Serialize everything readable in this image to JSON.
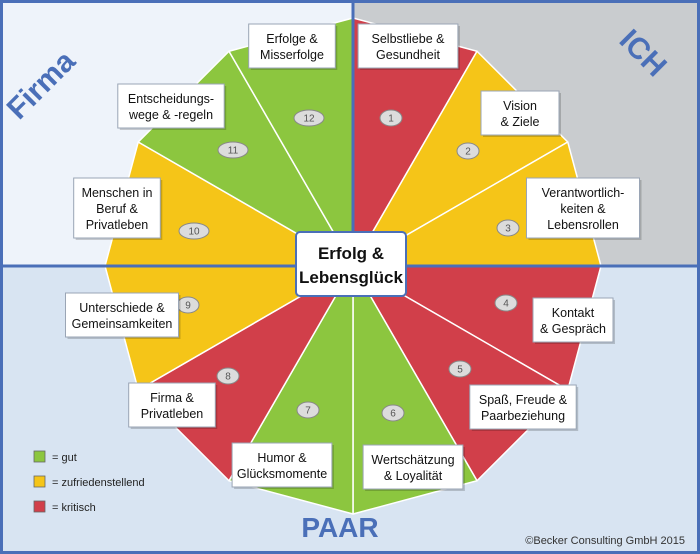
{
  "quadrants": {
    "top_left": "Firma",
    "top_right": "ICH",
    "bottom": "PAAR"
  },
  "center": {
    "line1": "Erfolg &",
    "line2": "Lebensglück"
  },
  "colors": {
    "gut": "#8cc63f",
    "zufriedenstellend": "#f5c518",
    "kritisch": "#d13f4a",
    "quadrant_tl_bg": "#eef3fa",
    "quadrant_tr_bg": "#c9cccf",
    "quadrant_bottom_bg": "#d8e4f2",
    "divider": "#4a6fb8"
  },
  "segments": [
    {
      "num": "1",
      "status": "kritisch",
      "label": [
        "Selbstliebe &",
        "Gesundheit"
      ]
    },
    {
      "num": "2",
      "status": "zufriedenstellend",
      "label": [
        "Vision",
        "& Ziele"
      ]
    },
    {
      "num": "3",
      "status": "zufriedenstellend",
      "label": [
        "Verantwortlich-",
        "keiten &",
        "Lebensrollen"
      ]
    },
    {
      "num": "4",
      "status": "kritisch",
      "label": [
        "Kontakt",
        "& Gespräch"
      ]
    },
    {
      "num": "5",
      "status": "kritisch",
      "label": [
        "Spaß, Freude &",
        "Paarbeziehung"
      ]
    },
    {
      "num": "6",
      "status": "gut",
      "label": [
        "Wertschätzung",
        "& Loyalität"
      ]
    },
    {
      "num": "7",
      "status": "gut",
      "label": [
        "Humor &",
        "Glücksmomente"
      ]
    },
    {
      "num": "8",
      "status": "kritisch",
      "label": [
        "Firma &",
        "Privatleben"
      ]
    },
    {
      "num": "9",
      "status": "zufriedenstellend",
      "label": [
        "Unterschiede &",
        "Gemeinsamkeiten"
      ]
    },
    {
      "num": "10",
      "status": "zufriedenstellend",
      "label": [
        "Menschen in",
        "Beruf &",
        "Privatleben"
      ]
    },
    {
      "num": "11",
      "status": "gut",
      "label": [
        "Entscheidungs-",
        "wege & -regeln"
      ]
    },
    {
      "num": "12",
      "status": "gut",
      "label": [
        "Erfolge &",
        "Misserfolge"
      ]
    }
  ],
  "legend": [
    {
      "status": "gut",
      "text": "= gut"
    },
    {
      "status": "zufriedenstellend",
      "text": "= zufriedenstellend"
    },
    {
      "status": "kritisch",
      "text": "= kritisch"
    }
  ],
  "copyright": "©Becker Consulting GmbH 2015"
}
